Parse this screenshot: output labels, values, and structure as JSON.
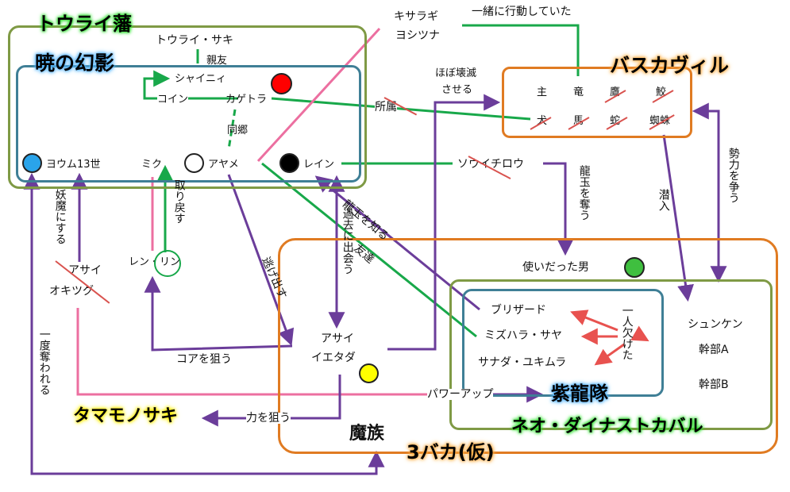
{
  "groups": {
    "tourai": "トウライ藩",
    "akatsuki": "暁の幻影",
    "baskerville": "バスカヴィル",
    "neo": "ネオ・ダイナストカバル",
    "shiryu": "紫龍隊",
    "sanbaka": "3バカ(仮)",
    "mazoku": "魔族",
    "tamamo": "タマモノサキ"
  },
  "people": {
    "kisaragi": "キサラギ",
    "yoshitsuna": "ヨシツナ",
    "tourai_saki": "トウライ・サキ",
    "shinyi": "シャイニィ",
    "kagetora": "カゲトラ",
    "youmu": "ヨウム13世",
    "miku": "ミク",
    "ayame": "アヤメ",
    "rain": "レイン",
    "sowichirou": "ソウイチロウ",
    "renrin": "レン・リン",
    "asai_okitsugu_1": "アサイ",
    "asai_okitsugu_2": "オキツグ",
    "asai_ietada_1": "アサイ",
    "asai_ietada_2": "イエタダ",
    "tsukaidatta": "使いだった男",
    "blizzard": "ブリザード",
    "mizuhara": "ミズハラ・サヤ",
    "sanada": "サナダ・ユキムラ",
    "shunken": "シュンケン",
    "kanbu_a": "幹部A",
    "kanbu_b": "幹部B"
  },
  "baskerville_members": [
    "主",
    "竜",
    "鷹",
    "鮫",
    "犬",
    "馬",
    "蛇",
    "蜘蛛"
  ],
  "relations": {
    "issho": "一緒に行動していた",
    "shinyu": "親友",
    "coin": "コイン",
    "dougou": "同郷",
    "shozoku": "所属",
    "hobo_1": "ほぼ壊滅",
    "hobo_2": "させる",
    "ryugyoku": "龍玉を奪う",
    "seiryoku": "勢力を争う",
    "sennyu": "潜入",
    "youma": "妖魔にする",
    "torimodosu": "取り戻す",
    "nigedasu": "逃げ出す",
    "kako": "過去に出会う",
    "ryugyoku_shiru": "龍玉を知る",
    "tomodachi": "友達",
    "hitori": "一人欠けた",
    "ichido": "一度奪われる",
    "core": "コアを狙う",
    "chikara": "力を狙う",
    "power": "パワーアップ"
  },
  "colors": {
    "group_green": "#7f9a45",
    "group_orange": "#e07b22",
    "group_teal": "#3f7f96",
    "line_green": "#18a84a",
    "line_purple": "#6b3d9a",
    "line_pink": "#ec6fa0",
    "strike_red": "#d9534f",
    "dot_red": "#ff0000",
    "dot_black": "#000000",
    "dot_blue": "#2aa4ea",
    "dot_green": "#3fbf3f",
    "dot_yellow": "#ffff00"
  }
}
